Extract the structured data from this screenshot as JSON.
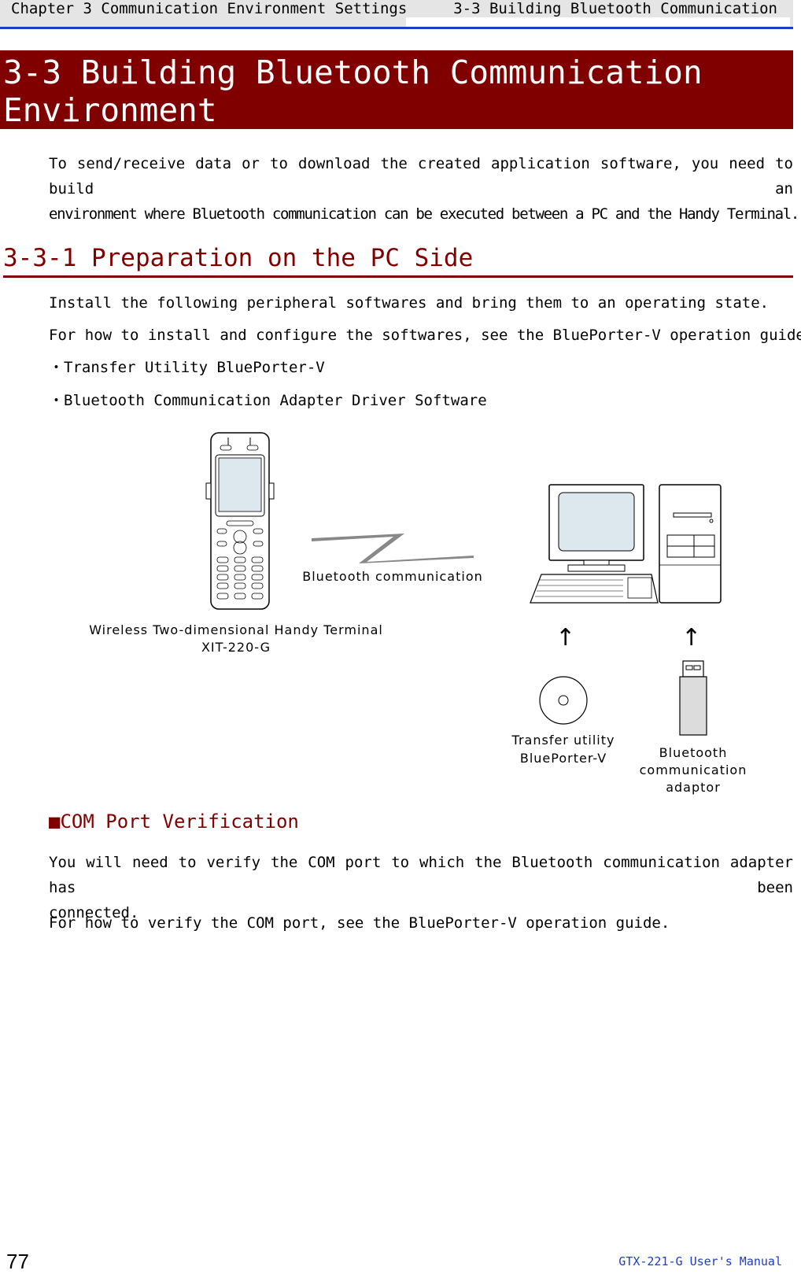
{
  "header": {
    "left": "Chapter 3 Communication Environment Settings",
    "right": "3-3 Building Bluetooth Communication"
  },
  "chapter": {
    "title_line1": "3-3 Building Bluetooth Communication",
    "title_line2": "Environment"
  },
  "intro": {
    "line1": "To send/receive data or to download the created application software, you need to build an",
    "line2": "environment where Bluetooth communication can be executed between a PC and the Handy Terminal."
  },
  "section": {
    "title": "3-3-1 Preparation on the PC Side",
    "line1": "Install the following peripheral softwares and bring them to an operating state.",
    "line2": "For how to install and configure the softwares, see the BluePorter-V operation guide.",
    "bullets": [
      "・Transfer Utility BluePorter-V",
      "・Bluetooth Communication Adapter Driver Software"
    ]
  },
  "figure": {
    "bluetooth_label": "Bluetooth communication",
    "terminal_label_1": "Wireless Two-dimensional Handy Terminal",
    "terminal_label_2": "XIT-220-G",
    "arrow_glyph": "↑",
    "cd_label_1": "Transfer utility",
    "cd_label_2": "BluePorter-V",
    "adaptor_label_1": "Bluetooth",
    "adaptor_label_2": "communication",
    "adaptor_label_3": "adaptor"
  },
  "com": {
    "title": "■COM Port Verification",
    "line1": "You will need to verify the COM port to which the Bluetooth communication adapter has been",
    "line2": "connected.",
    "line3": "For how to verify the COM port, see the BluePorter-V operation guide."
  },
  "footer": {
    "page_number": "77",
    "manual": "GTX-221-G User's Manual"
  },
  "colors": {
    "accent_red": "#800000",
    "header_blue": "#1a3dcc",
    "header_gray": "#e5e5e5"
  }
}
